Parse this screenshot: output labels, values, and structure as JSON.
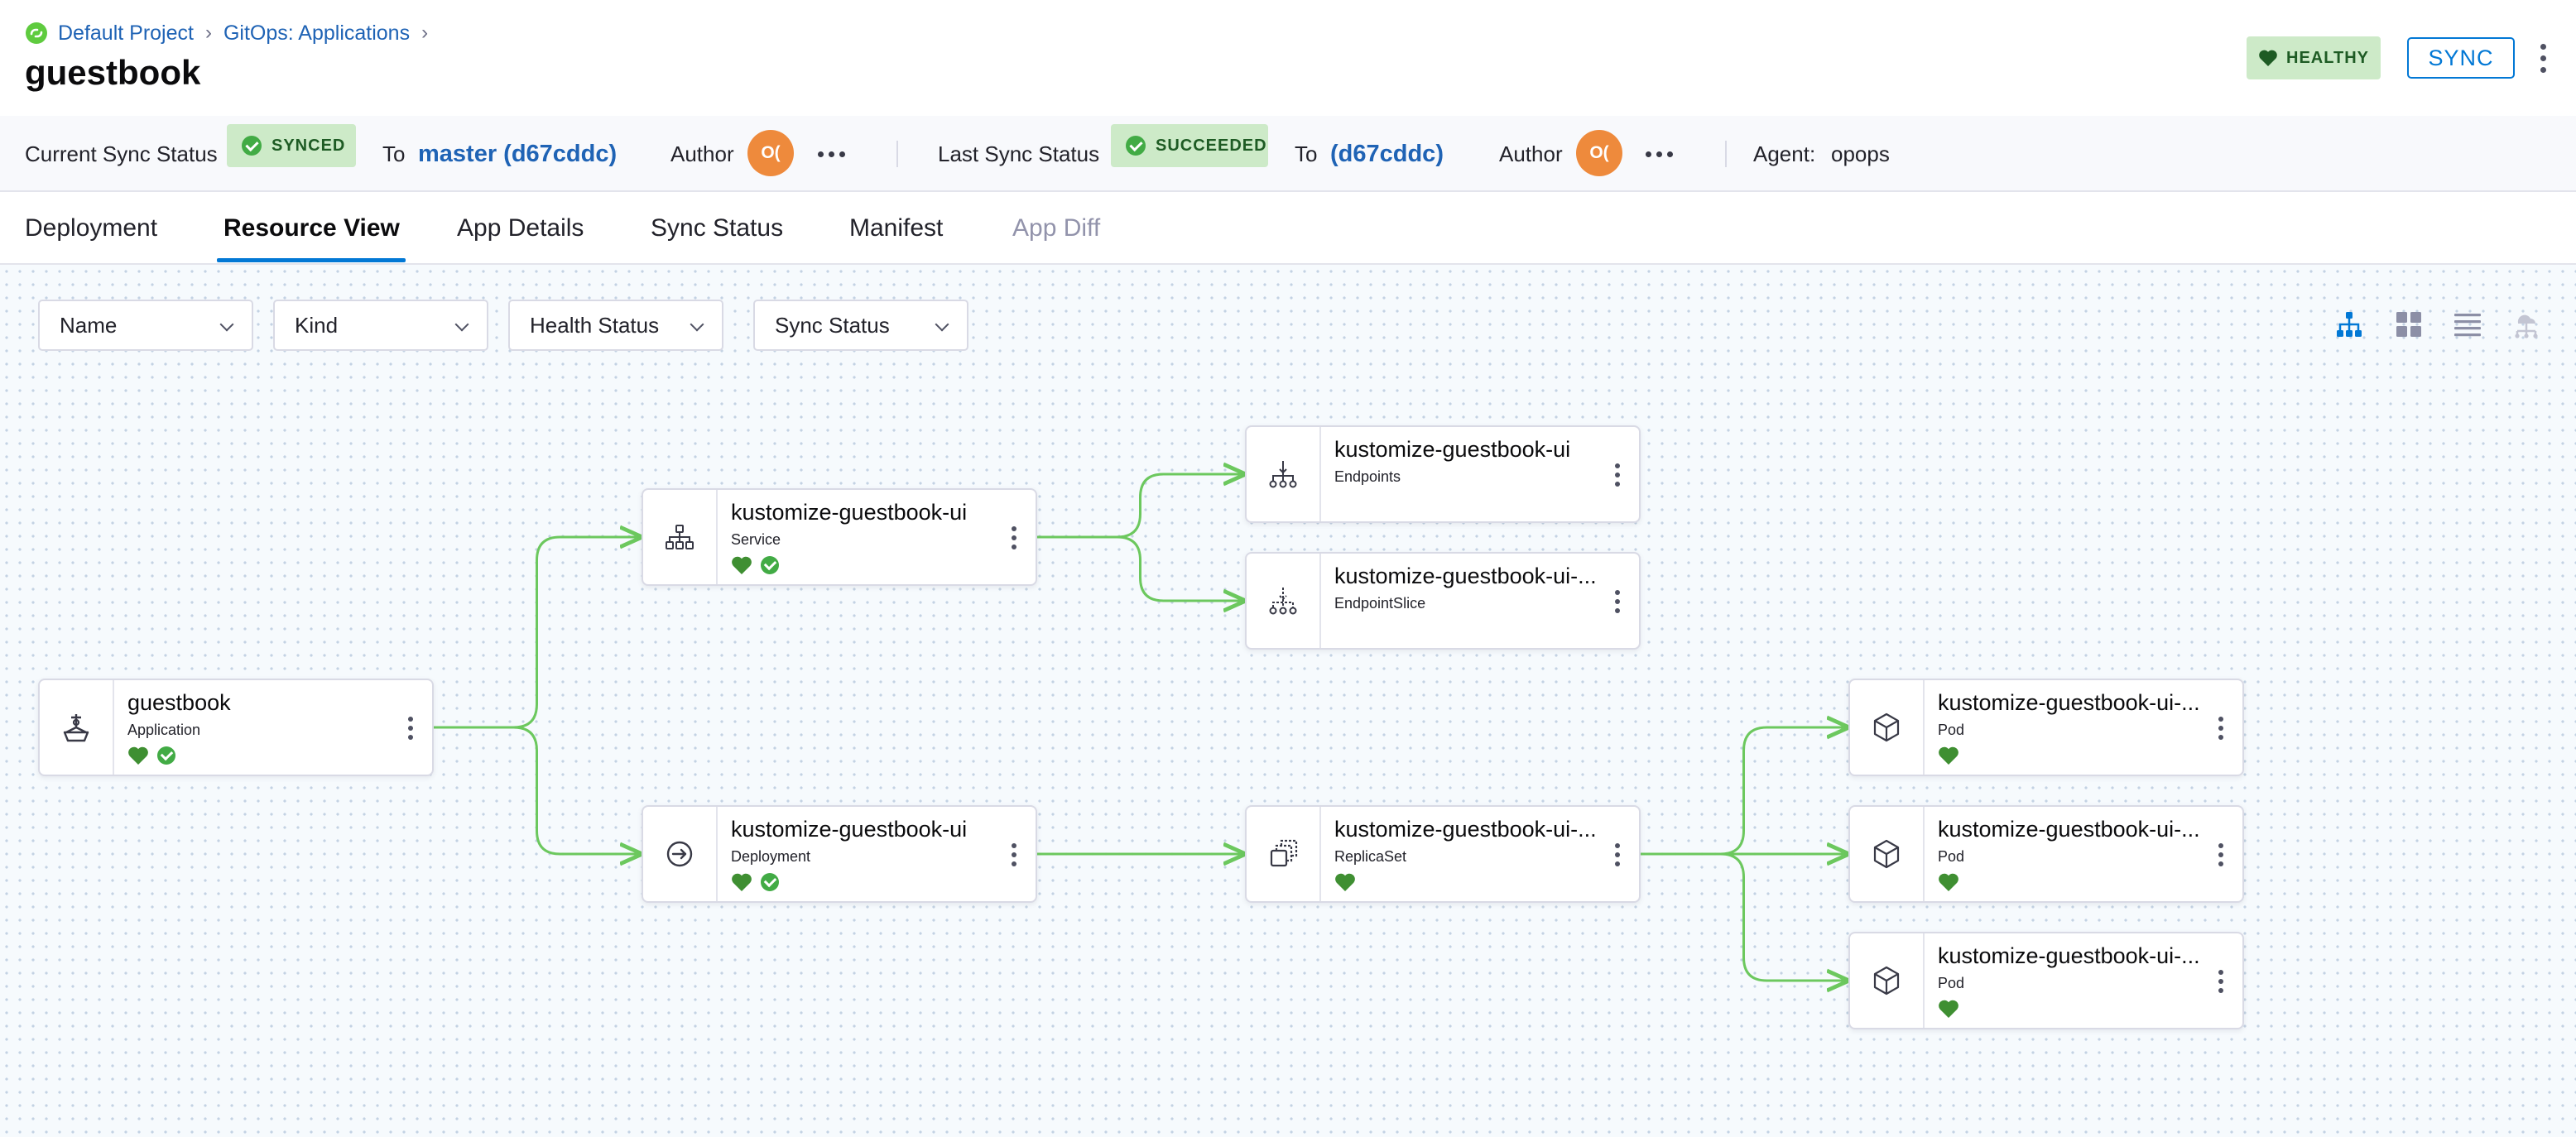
{
  "breadcrumb": {
    "project": "Default Project",
    "section": "GitOps: Applications"
  },
  "app": {
    "title": "guestbook"
  },
  "header": {
    "health_badge": "HEALTHY",
    "sync_button": "SYNC"
  },
  "status_bar": {
    "current_sync_label": "Current Sync Status",
    "current_sync_badge": "SYNCED",
    "to_label_1": "To",
    "current_revision": "master (d67cddc)",
    "author_label_1": "Author",
    "author_initials_1": "O(",
    "last_sync_label": "Last Sync Status",
    "last_sync_badge": "SUCCEEDED",
    "to_label_2": "To",
    "last_revision": "(d67cddc)",
    "author_label_2": "Author",
    "author_initials_2": "O(",
    "agent_label": "Agent:",
    "agent_value": "opops"
  },
  "tabs": [
    {
      "label": "Deployment",
      "state": "normal"
    },
    {
      "label": "Resource View",
      "state": "active"
    },
    {
      "label": "App Details",
      "state": "normal"
    },
    {
      "label": "Sync Status",
      "state": "normal"
    },
    {
      "label": "Manifest",
      "state": "normal"
    },
    {
      "label": "App Diff",
      "state": "disabled"
    }
  ],
  "filters": [
    {
      "label": "Name"
    },
    {
      "label": "Kind"
    },
    {
      "label": "Health Status"
    },
    {
      "label": "Sync Status"
    }
  ],
  "view_modes": [
    "tree-view-icon",
    "grid-view-icon",
    "list-view-icon",
    "network-view-icon"
  ],
  "colors": {
    "accent": "#0278d5",
    "link": "#1f63b5",
    "healthy": "#3f8f32",
    "synced": "#42ab45",
    "badge_bg": "#cdeac8",
    "avatar": "#ee8a3c",
    "edge": "#6cc85e"
  },
  "nodes": [
    {
      "id": "app",
      "name": "guestbook",
      "kind": "Application",
      "icon": "application-icon",
      "healthy": true,
      "synced": true
    },
    {
      "id": "svc",
      "name": "kustomize-guestbook-ui",
      "kind": "Service",
      "icon": "service-icon",
      "healthy": true,
      "synced": true
    },
    {
      "id": "dep",
      "name": "kustomize-guestbook-ui",
      "kind": "Deployment",
      "icon": "deployment-icon",
      "healthy": true,
      "synced": true
    },
    {
      "id": "ep",
      "name": "kustomize-guestbook-ui",
      "kind": "Endpoints",
      "icon": "endpoints-icon",
      "healthy": false,
      "synced": false
    },
    {
      "id": "eps",
      "name": "kustomize-guestbook-ui-...",
      "kind": "EndpointSlice",
      "icon": "endpointslice-icon",
      "healthy": false,
      "synced": false
    },
    {
      "id": "rs",
      "name": "kustomize-guestbook-ui-...",
      "kind": "ReplicaSet",
      "icon": "replicaset-icon",
      "healthy": true,
      "synced": false
    },
    {
      "id": "pod1",
      "name": "kustomize-guestbook-ui-...",
      "kind": "Pod",
      "icon": "pod-icon",
      "healthy": true,
      "synced": false
    },
    {
      "id": "pod2",
      "name": "kustomize-guestbook-ui-...",
      "kind": "Pod",
      "icon": "pod-icon",
      "healthy": true,
      "synced": false
    },
    {
      "id": "pod3",
      "name": "kustomize-guestbook-ui-...",
      "kind": "Pod",
      "icon": "pod-icon",
      "healthy": true,
      "synced": false
    }
  ],
  "edges": [
    {
      "from": "app",
      "to": "svc"
    },
    {
      "from": "app",
      "to": "dep"
    },
    {
      "from": "svc",
      "to": "ep"
    },
    {
      "from": "svc",
      "to": "eps"
    },
    {
      "from": "dep",
      "to": "rs"
    },
    {
      "from": "rs",
      "to": "pod1"
    },
    {
      "from": "rs",
      "to": "pod2"
    },
    {
      "from": "rs",
      "to": "pod3"
    }
  ]
}
